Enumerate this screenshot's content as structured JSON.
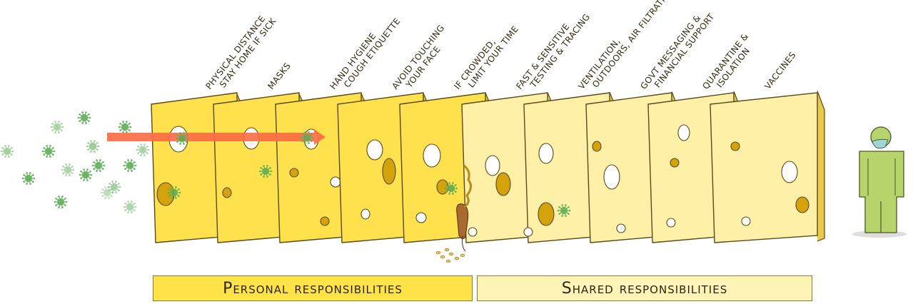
{
  "layers": [
    {
      "line1": "Physical distance",
      "line2": "Stay home if sick",
      "group": "personal"
    },
    {
      "line1": "Masks",
      "line2": "",
      "group": "personal"
    },
    {
      "line1": "Hand hygiene",
      "line2": "Cough etiquette",
      "group": "personal"
    },
    {
      "line1": "Avoid touching",
      "line2": "your face",
      "group": "personal"
    },
    {
      "line1": "If crowded,",
      "line2": "limit your time",
      "group": "personal"
    },
    {
      "line1": "Fast & sensitive",
      "line2": "testing & tracing",
      "group": "shared"
    },
    {
      "line1": "Ventilation,",
      "line2": "outdoors, air filtration",
      "group": "shared"
    },
    {
      "line1": "Govt messaging &",
      "line2": "financial support",
      "group": "shared"
    },
    {
      "line1": "Quarantine &",
      "line2": "isolation",
      "group": "shared"
    },
    {
      "line1": "Vaccines",
      "line2": "",
      "group": "shared"
    }
  ],
  "groups": {
    "personal": {
      "label": "Personal responsibilities",
      "color": "#ffe347"
    },
    "shared": {
      "label": "Shared responsibilities",
      "color": "#fff3b5"
    }
  },
  "colors": {
    "personal_slice_fill": "#ffe14d",
    "personal_slice_side": "#f0c41a",
    "shared_slice_fill": "#fff0a8",
    "shared_slice_side": "#e8c94a",
    "hole": "#ffffff",
    "hole_inner": "#d4a20b",
    "virus": "#5cad55",
    "arrow": "#ff6a45",
    "person": "#b7d36b",
    "mask": "#9fd6cf",
    "mouse": "#a86a2e"
  },
  "icons": {
    "virus": "virus-icon",
    "person": "person-figure",
    "mouse": "mouse-icon"
  }
}
